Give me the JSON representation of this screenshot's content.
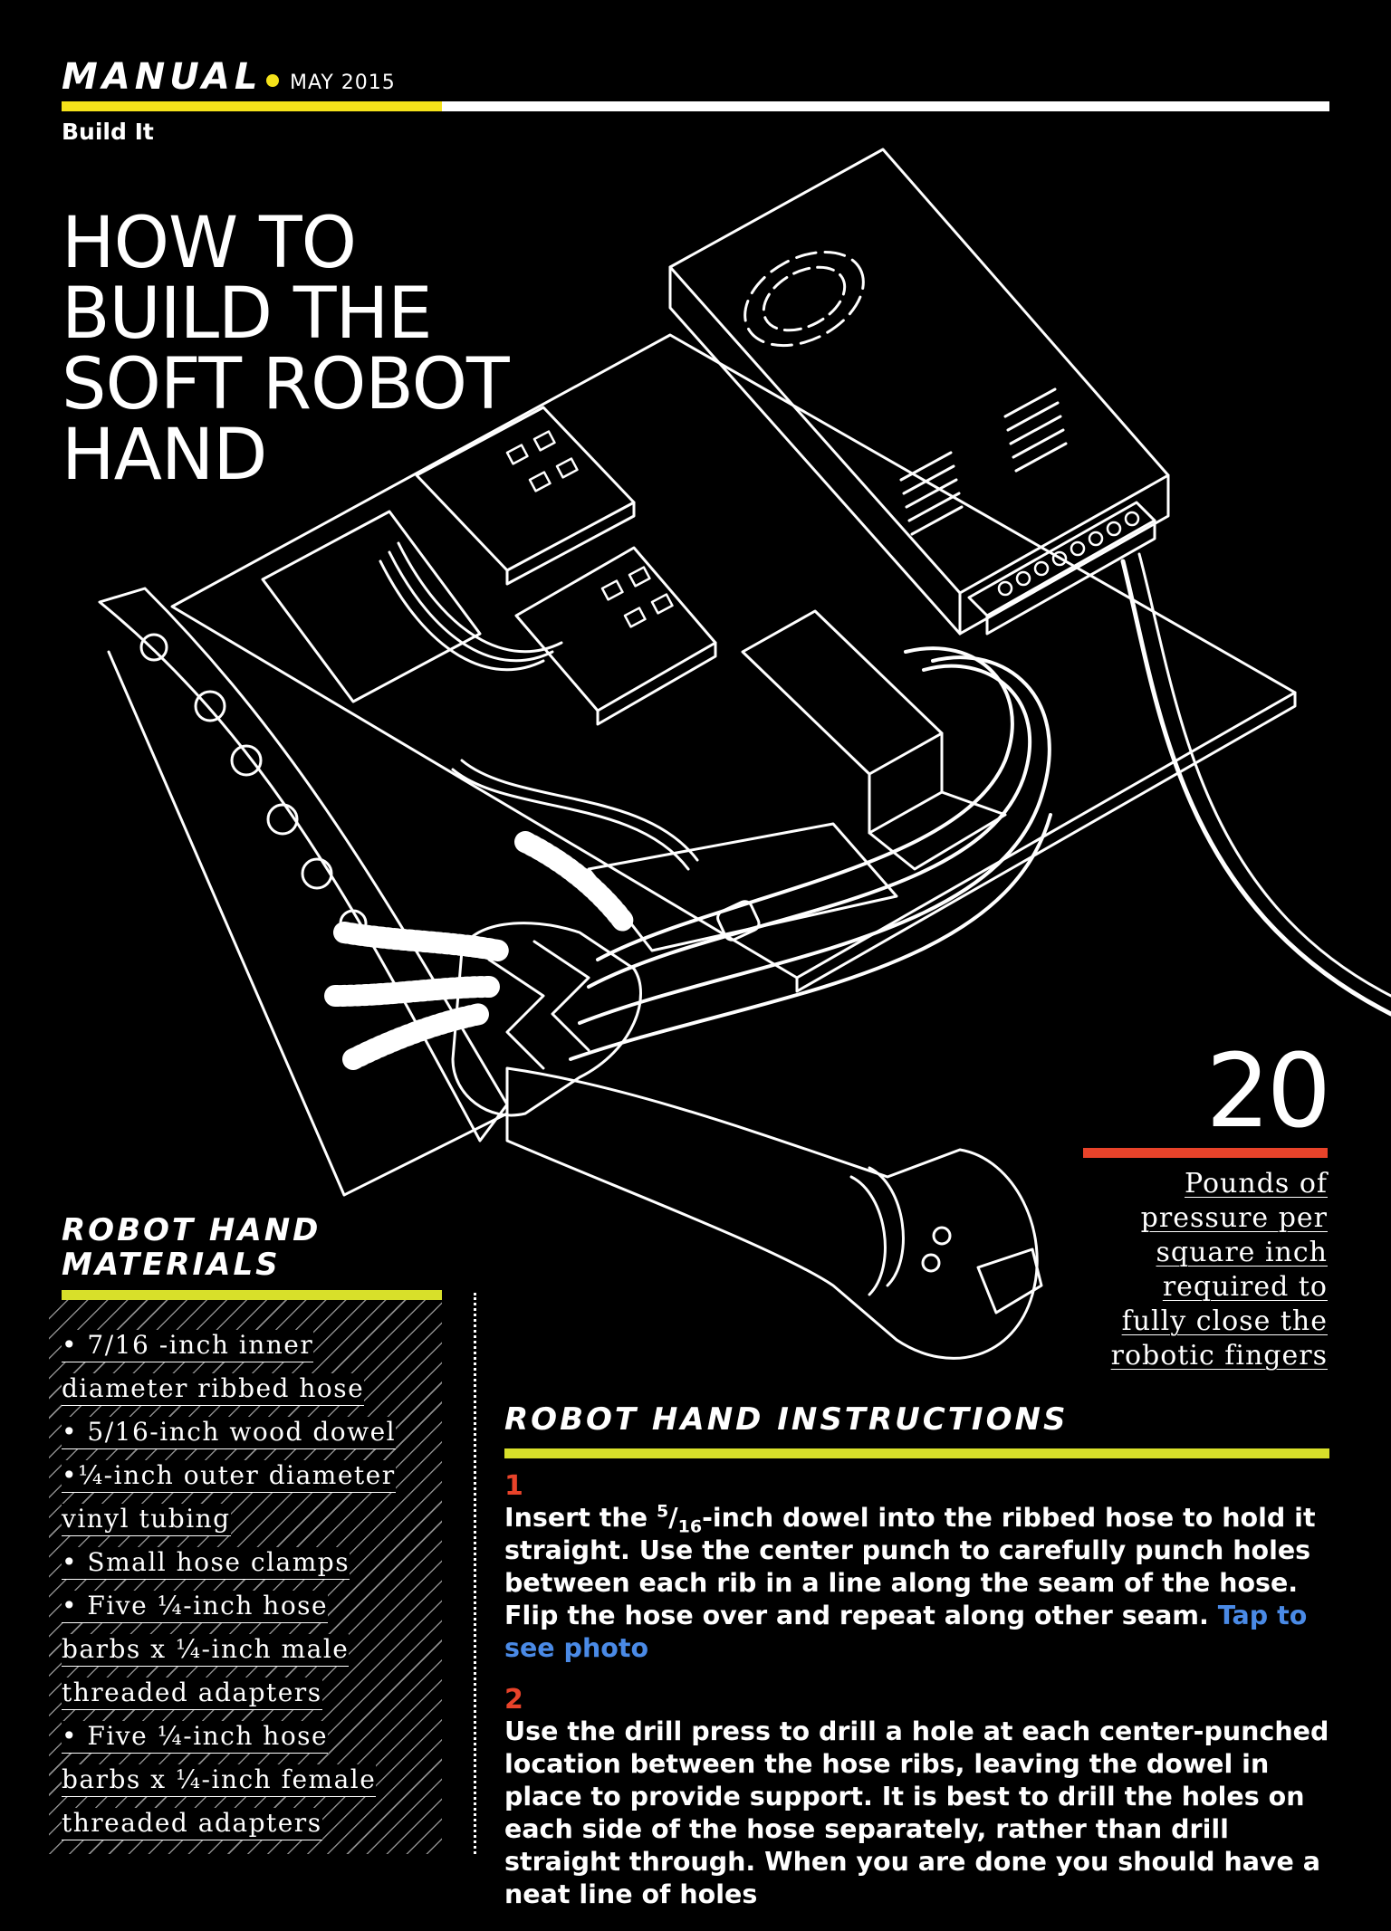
{
  "header": {
    "brand": "MANUAL",
    "date": "MAY 2015",
    "section": "Build It"
  },
  "title_lines": [
    "HOW TO",
    "BUILD THE",
    "SOFT ROBOT",
    "HAND"
  ],
  "stat": {
    "number": "20",
    "caption_lines": [
      "Pounds of",
      "pressure per",
      "square inch",
      "required to",
      "fully close the",
      "robotic fingers"
    ]
  },
  "materials": {
    "heading_lines": [
      "ROBOT HAND",
      "MATERIALS"
    ],
    "lines": [
      "• 7/16 -inch inner",
      "diameter ribbed hose",
      "• 5/16-inch wood dowel",
      "•¼-inch outer diameter",
      "vinyl tubing",
      "• Small hose clamps",
      "• Five ¼-inch hose",
      "barbs x ¼-inch male",
      "threaded adapters",
      "• Five ¼-inch hose",
      "barbs x ¼-inch female",
      "threaded adapters"
    ]
  },
  "instructions": {
    "heading": "ROBOT HAND INSTRUCTIONS",
    "steps": [
      {
        "num": "1",
        "pre": "Insert the ",
        "frac_num": "5",
        "frac_den": "16",
        "text": "-inch dowel into the ribbed hose to hold it straight. Use the center punch to carefully punch holes between each rib in a line along the seam of the hose. Flip the hose over and repeat along other seam. ",
        "link": "Tap to see photo"
      },
      {
        "num": "2",
        "text": "Use the drill press to drill a hole at each center-punched location between the hose ribs, leaving the dowel in place to provide support. It is best to drill the holes on each side of the hose separately, rather than drill straight through. When you are done you should have a neat line of holes"
      }
    ]
  },
  "colors": {
    "yellow_accent": "#f5e21a",
    "lime_accent": "#d8e02a",
    "red_accent": "#e8432a",
    "link": "#4a8ae6"
  }
}
